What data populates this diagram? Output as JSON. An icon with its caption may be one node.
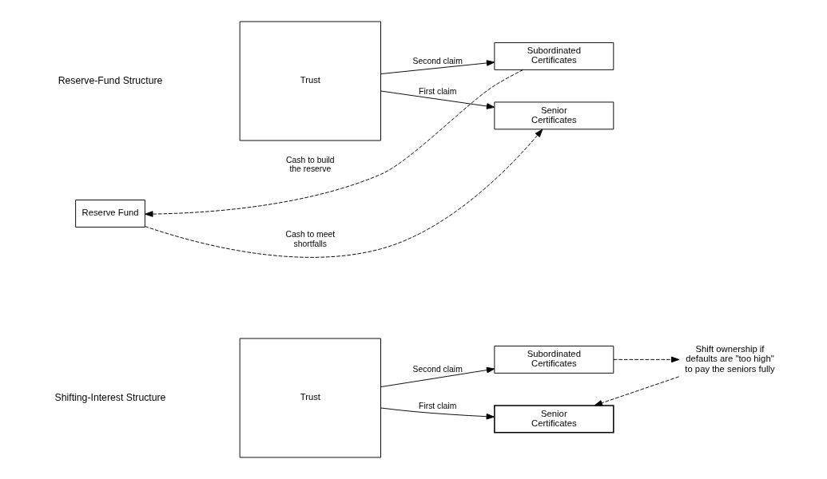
{
  "diagram": {
    "nodes": [
      {
        "text": [
          "Trust"
        ]
      },
      {
        "text": [
          "Senior Certificates"
        ]
      },
      {
        "text": [
          "Reserve Fund"
        ]
      },
      {
        "text": [
          "Subordinated Certificates"
        ]
      },
      {
        "text": [
          "Trust"
        ]
      },
      {
        "text": [
          "Senior Certificates"
        ]
      },
      {
        "text": [
          "Subordinated Certificates"
        ]
      },
      {
        "text": [
          "Shift ownership if defaults are \"too high\" to pay the seniors fully"
        ]
      }
    ],
    "edges": [
      {
        "from": 0,
        "to": 1,
        "arrow": "to",
        "label": "First claim"
      },
      {
        "from": 0,
        "to": 3,
        "arrow": "to",
        "label": "Second claim"
      },
      {
        "from": 2,
        "to": 1,
        "arrow": "to",
        "label": "Cash to meet shortfalls",
        "style": "dashed"
      },
      {
        "from": 3,
        "to": 2,
        "arrow": "to",
        "label": "Cash to build the reserve",
        "style": "dashed"
      },
      {
        "from": 4,
        "to": 5,
        "arrow": "to",
        "label": "First claim"
      },
      {
        "from": 4,
        "to": 6,
        "arrow": "to",
        "label": "Second claim"
      },
      {
        "from": 7,
        "to": 5,
        "arrow": "to",
        "style": "dashed"
      },
      {
        "from": 6,
        "to": 7,
        "arrow": "to",
        "style": "dashed"
      }
    ],
    "labels": [
      "Reserve-Fund Structure",
      "Shifting-Interest Structure"
    ]
  }
}
